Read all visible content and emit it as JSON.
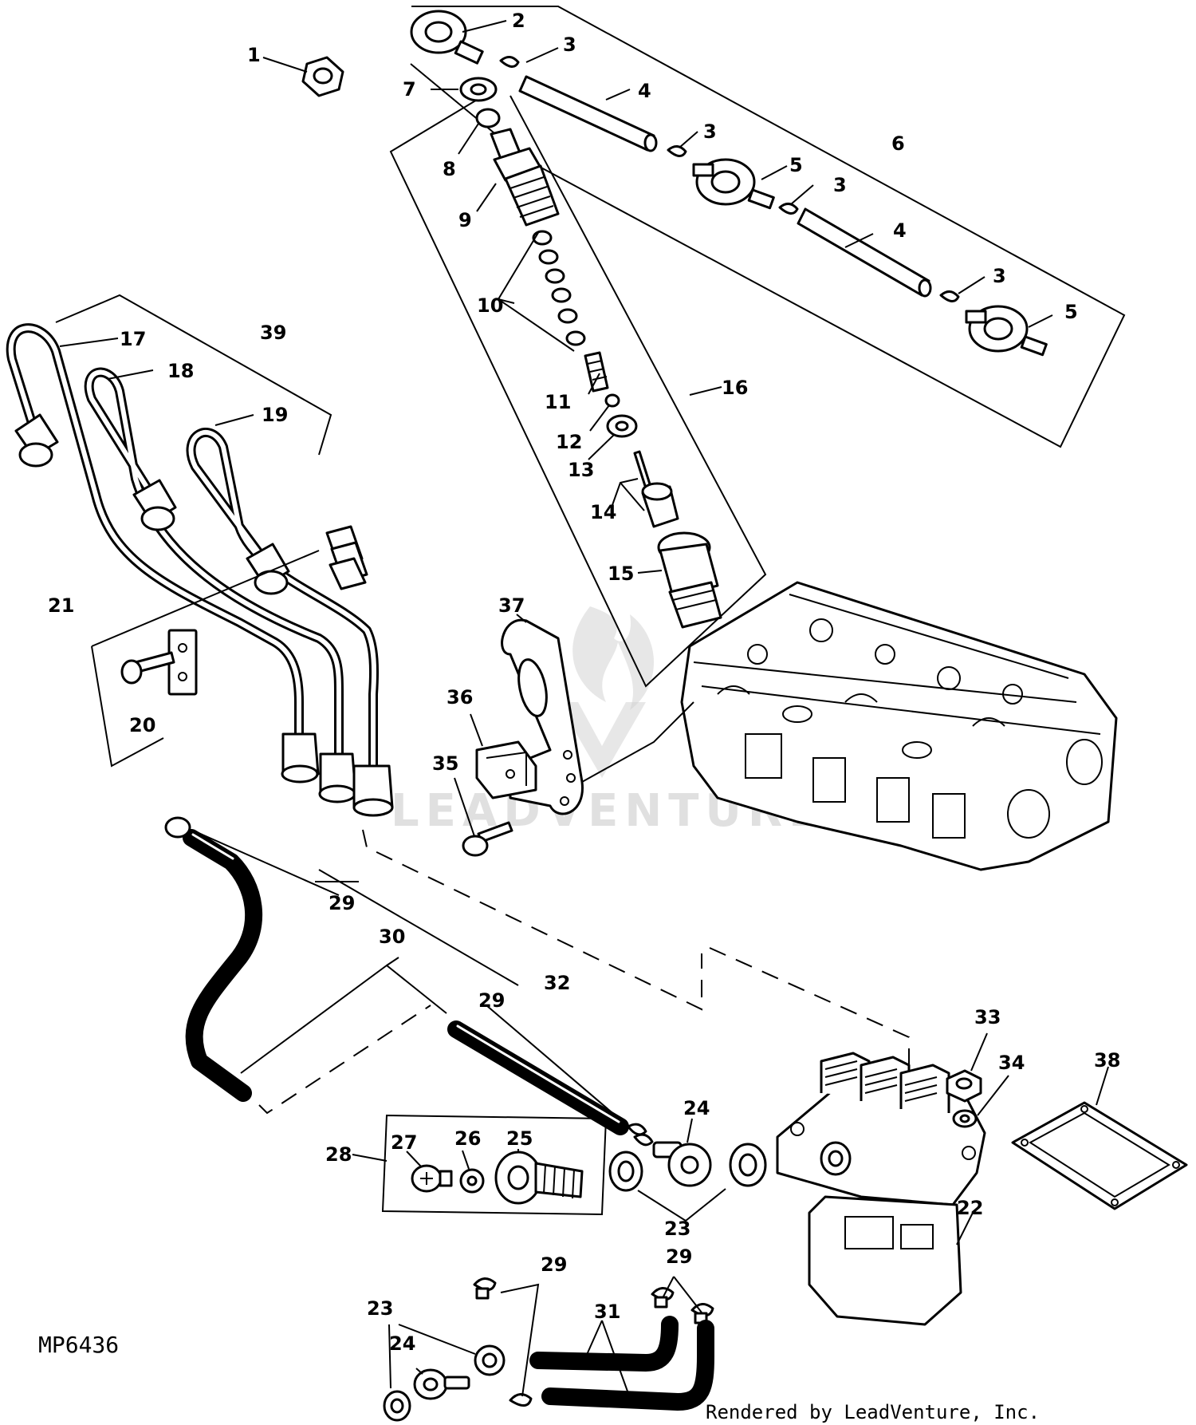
{
  "diagram": {
    "reference_code": "MP6436",
    "credit": "Rendered by LeadVenture, Inc.",
    "watermark": "LEADVENTURE",
    "callouts": [
      {
        "id": "c1",
        "text": "1"
      },
      {
        "id": "c2",
        "text": "2"
      },
      {
        "id": "c3a",
        "text": "3"
      },
      {
        "id": "c4a",
        "text": "4"
      },
      {
        "id": "c3b",
        "text": "3"
      },
      {
        "id": "c5a",
        "text": "5"
      },
      {
        "id": "c6",
        "text": "6"
      },
      {
        "id": "c3c",
        "text": "3"
      },
      {
        "id": "c4b",
        "text": "4"
      },
      {
        "id": "c3d",
        "text": "3"
      },
      {
        "id": "c5b",
        "text": "5"
      },
      {
        "id": "c7",
        "text": "7"
      },
      {
        "id": "c8",
        "text": "8"
      },
      {
        "id": "c9",
        "text": "9"
      },
      {
        "id": "c10",
        "text": "10"
      },
      {
        "id": "c11",
        "text": "11"
      },
      {
        "id": "c12",
        "text": "12"
      },
      {
        "id": "c13",
        "text": "13"
      },
      {
        "id": "c14",
        "text": "14"
      },
      {
        "id": "c15",
        "text": "15"
      },
      {
        "id": "c16",
        "text": "16"
      },
      {
        "id": "c17",
        "text": "17"
      },
      {
        "id": "c18",
        "text": "18"
      },
      {
        "id": "c19",
        "text": "19"
      },
      {
        "id": "c39",
        "text": "39"
      },
      {
        "id": "c21",
        "text": "21"
      },
      {
        "id": "c20",
        "text": "20"
      },
      {
        "id": "c37",
        "text": "37"
      },
      {
        "id": "c36",
        "text": "36"
      },
      {
        "id": "c35",
        "text": "35"
      },
      {
        "id": "c29a",
        "text": "29"
      },
      {
        "id": "c30",
        "text": "30"
      },
      {
        "id": "c32",
        "text": "32"
      },
      {
        "id": "c29b",
        "text": "29"
      },
      {
        "id": "c33",
        "text": "33"
      },
      {
        "id": "c34",
        "text": "34"
      },
      {
        "id": "c38",
        "text": "38"
      },
      {
        "id": "c24a",
        "text": "24"
      },
      {
        "id": "c28",
        "text": "28"
      },
      {
        "id": "c27",
        "text": "27"
      },
      {
        "id": "c26",
        "text": "26"
      },
      {
        "id": "c25",
        "text": "25"
      },
      {
        "id": "c23a",
        "text": "23"
      },
      {
        "id": "c22",
        "text": "22"
      },
      {
        "id": "c29c",
        "text": "29"
      },
      {
        "id": "c29d",
        "text": "29"
      },
      {
        "id": "c31",
        "text": "31"
      },
      {
        "id": "c23b",
        "text": "23"
      },
      {
        "id": "c24b",
        "text": "24"
      }
    ]
  }
}
